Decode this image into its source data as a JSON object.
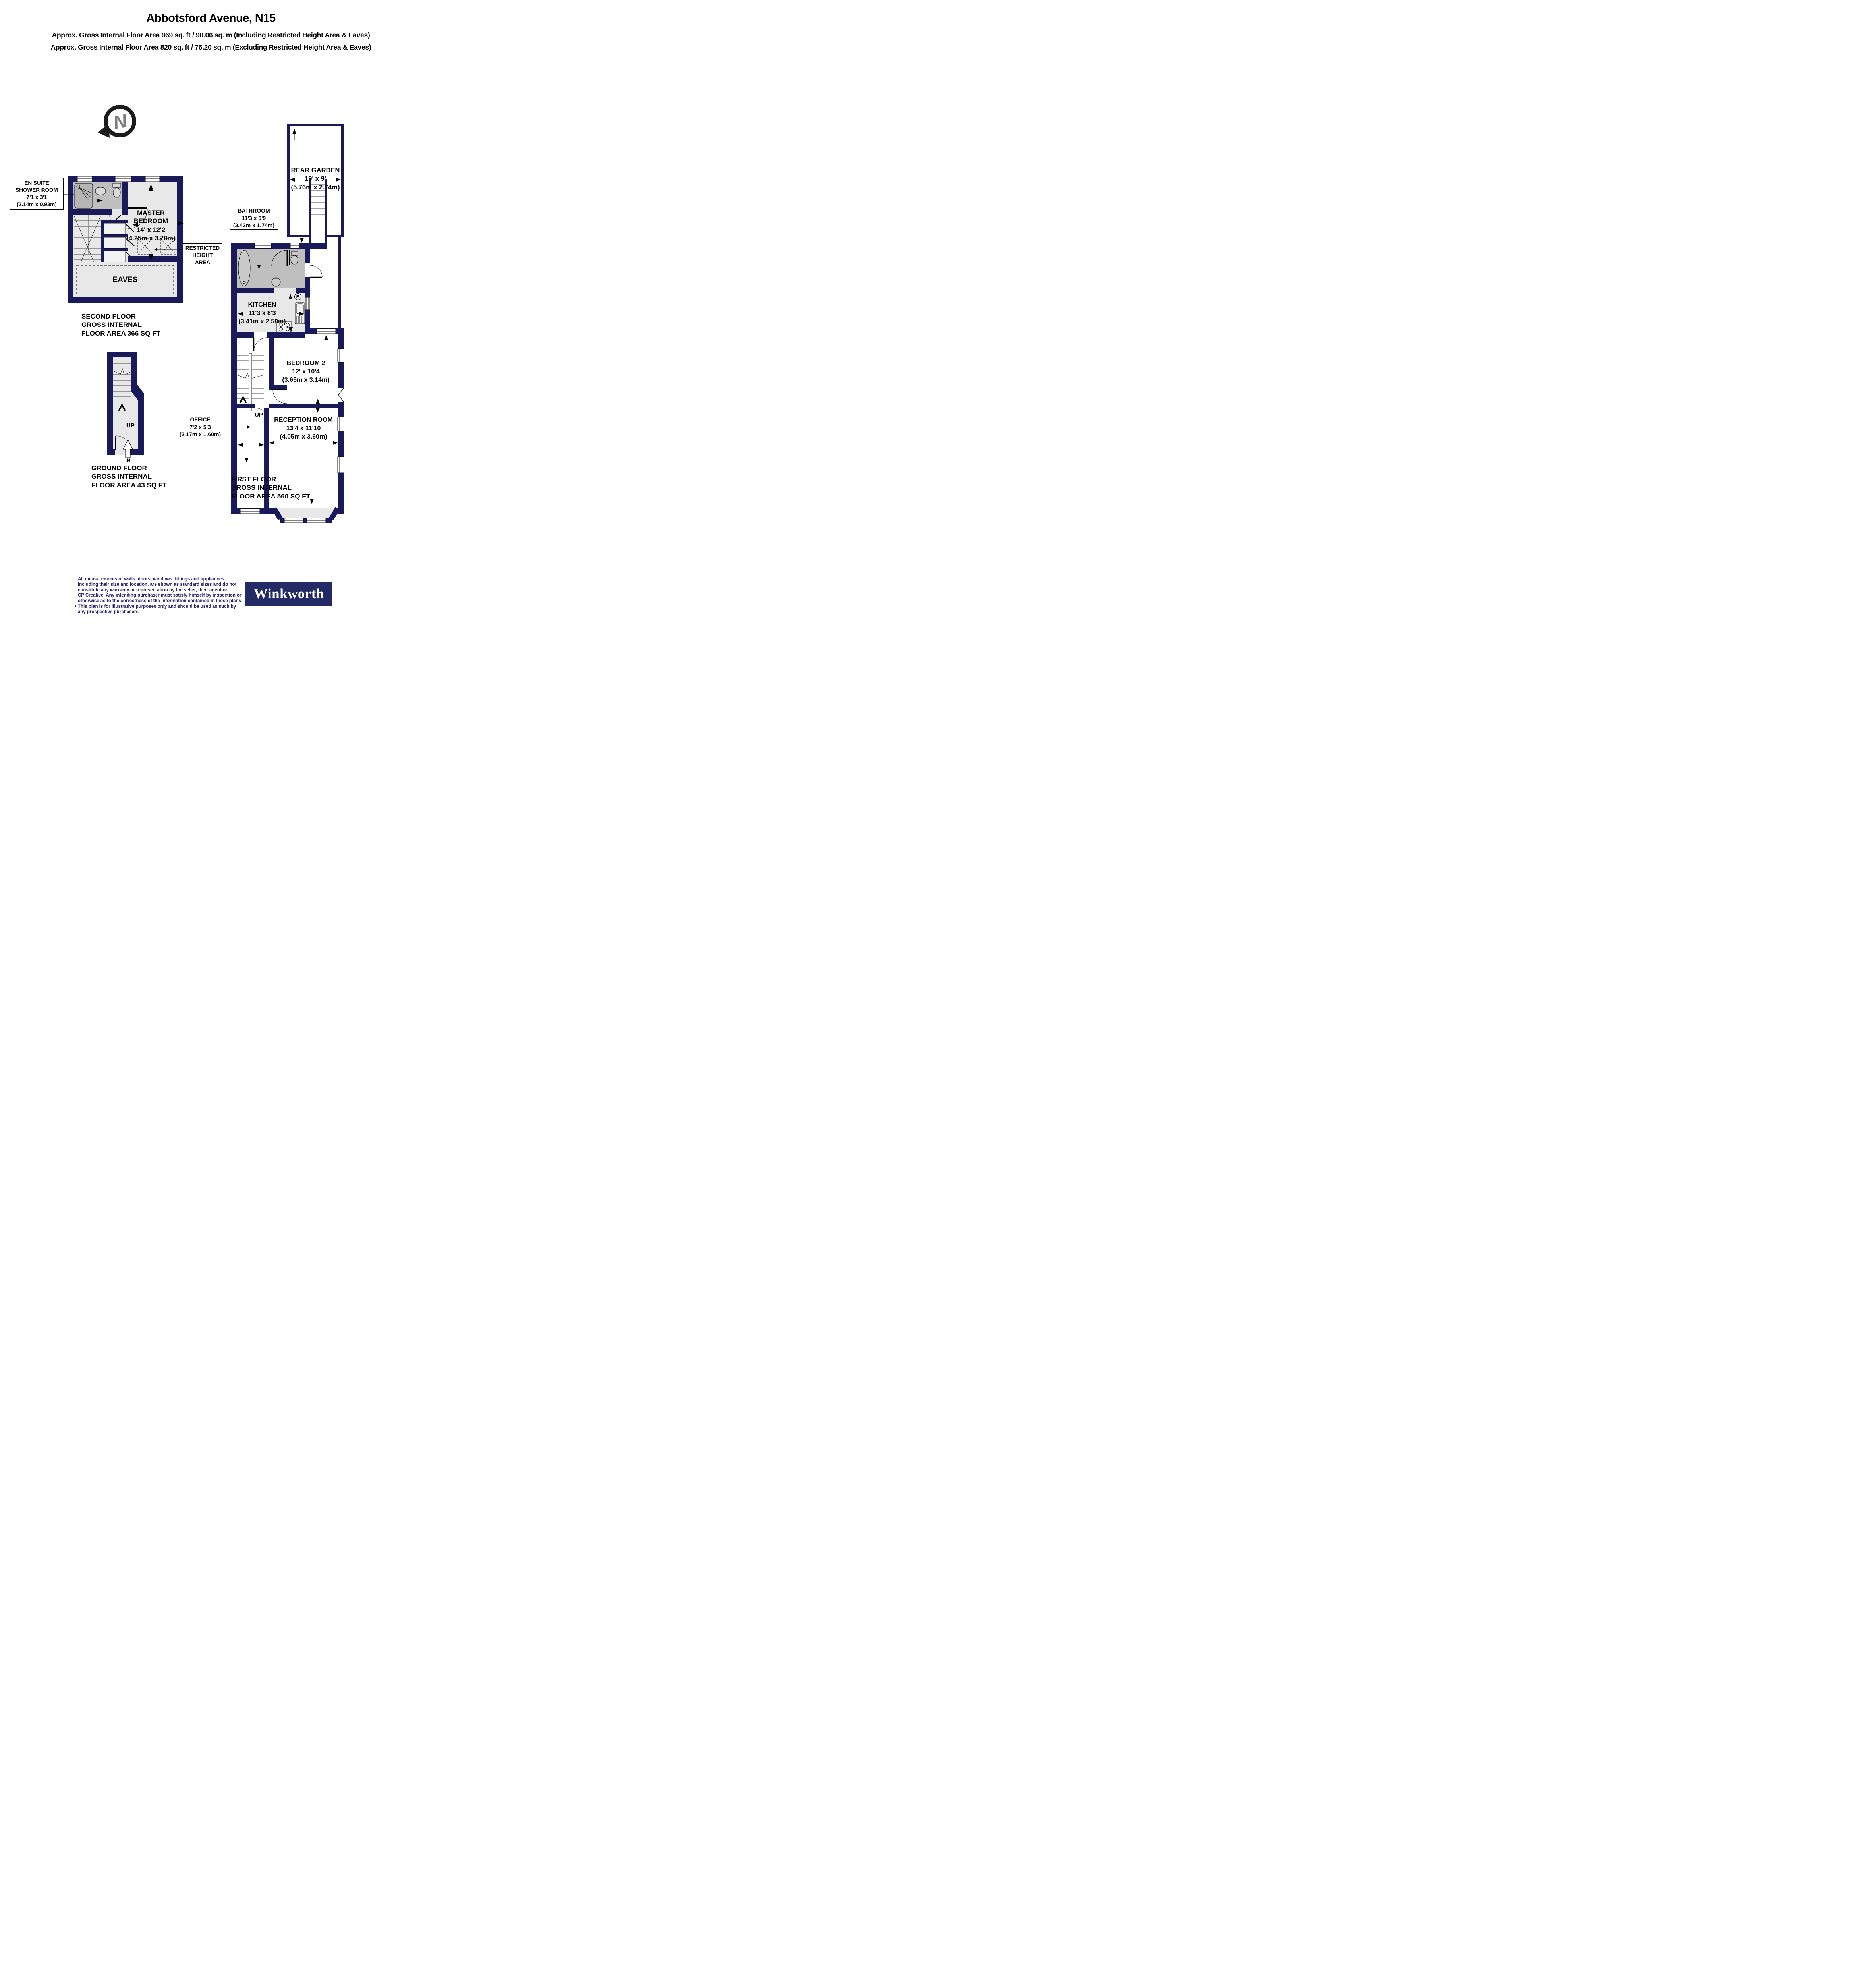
{
  "page": {
    "title": "Abbotsford Avenue, N15",
    "subtitle_including": "Approx. Gross Internal Floor Area 969 sq. ft / 90.06 sq. m (Including Restricted Height Area & Eaves)",
    "subtitle_excluding": "Approx. Gross Internal Floor Area 820 sq. ft / 76.20 sq. m (Excluding Restricted Height Area & Eaves)"
  },
  "compass": {
    "letter": "N"
  },
  "second_floor": {
    "en_suite": {
      "l1": "EN SUITE",
      "l2": "SHOWER ROOM",
      "l3": "7'1 x 3'1",
      "l4": "(2.14m x 0.93m)"
    },
    "master_bedroom": {
      "l1": "MASTER",
      "l2": "BEDROOM",
      "l3": "14' x 12'2",
      "l4": "(4.25m x 3.70m)"
    },
    "restricted": {
      "l1": "RESTRICTED",
      "l2": "HEIGHT",
      "l3": "AREA"
    },
    "eaves": "EAVES",
    "caption": {
      "l1": "SECOND FLOOR",
      "l2": "GROSS INTERNAL",
      "l3": "FLOOR AREA 366 SQ FT"
    }
  },
  "ground_floor": {
    "up": "UP",
    "in": "IN",
    "caption": {
      "l1": "GROUND FLOOR",
      "l2": "GROSS INTERNAL",
      "l3": "FLOOR AREA 43 SQ FT"
    }
  },
  "first_floor": {
    "rear_garden": {
      "l1": "REAR GARDEN",
      "l2": "19' x 9'",
      "l3": "(5.76m x 2.74m)"
    },
    "bathroom": {
      "l1": "BATHROOM",
      "l2": "11'3 x 5'9",
      "l3": "(3.42m x 1.74m)"
    },
    "kitchen": {
      "l1": "KITCHEN",
      "l2": "11'3 x 8'3",
      "l3": "(3.41m x 2.50m)"
    },
    "bedroom2": {
      "l1": "BEDROOM 2",
      "l2": "12' x 10'4",
      "l3": "(3.65m x 3.14m)"
    },
    "office": {
      "l1": "OFFICE",
      "l2": "7'2 x 5'3",
      "l3": "(2.17m x 1.60m)"
    },
    "reception": {
      "l1": "RECEPTION ROOM",
      "l2": "13'4 x 11'10",
      "l3": "(4.05m x 3.60m)"
    },
    "boiler": "B",
    "up": "UP",
    "caption": {
      "l1": "FIRST FLOOR",
      "l2": "GROSS INTERNAL",
      "l3": "FLOOR AREA 560 SQ FT"
    }
  },
  "footer": {
    "disclaimer_lines": [
      "All measurements of walls, doors, windows, fittings and appliances,",
      "including their size and location, are shown as standard sizes and do not",
      "constitute any warranty or representation by the seller, their agent or",
      "CP Creative. Any intending purchaser must satisfy himself by inspection or",
      "otherwise as to the correctness of the information contained in these plans.",
      "This plan is for illustrative purposes only and should be used as such by",
      "any prospective purchasers."
    ],
    "logo": "Winkworth"
  },
  "colors": {
    "wall": "#1a1a5a",
    "floor": "#e8e8e8",
    "wet_floor": "#bfbfbf",
    "disclaimer_text": "#232268",
    "logo_bg": "#232a66"
  }
}
